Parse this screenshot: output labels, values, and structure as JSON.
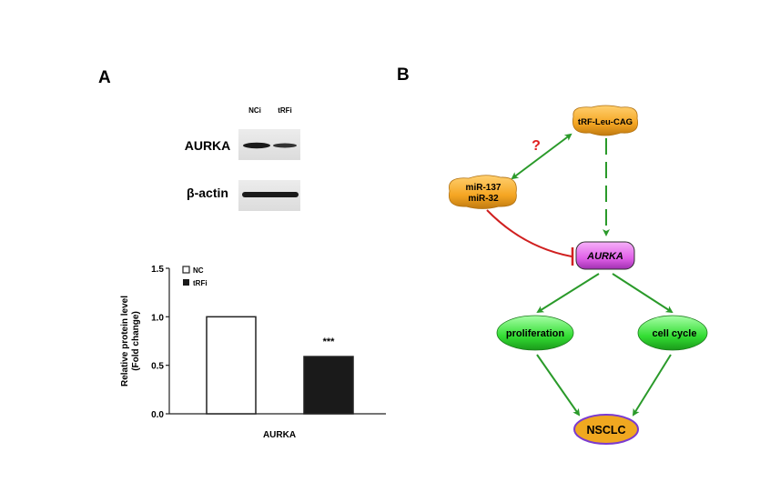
{
  "panel_a": {
    "label": "A",
    "blot": {
      "lanes": [
        "NCi",
        "tRFi"
      ],
      "rows": [
        "AURKA",
        "β-actin"
      ]
    }
  },
  "chart_data": {
    "type": "bar",
    "categories": [
      "AURKA"
    ],
    "series": [
      {
        "name": "NC",
        "values": [
          1.0
        ],
        "color": "#ffffff"
      },
      {
        "name": "tRFi",
        "values": [
          0.59
        ],
        "color": "#1a1a1a"
      }
    ],
    "xlabel": "AURKA",
    "ylabel": "Relative protein level",
    "ylabel2": "(Fold change)",
    "ylim": [
      0,
      1.5
    ],
    "yticks": [
      "0.0",
      "0.5",
      "1.0",
      "1.5"
    ],
    "annotation": "***",
    "legend_position": "top-left",
    "grid": false
  },
  "panel_b": {
    "label": "B",
    "question_mark": "?",
    "nodes": {
      "trf": "tRF-Leu-CAG",
      "mir_line1": "miR-137",
      "mir_line2": "miR-32",
      "aurka": "AURKA",
      "proliferation": "proliferation",
      "cell_cycle": "cell cycle",
      "nsclc": "NSCLC"
    },
    "colors": {
      "arrow": "#2a9a2a",
      "inhibit": "#d02020",
      "orange": "#f5a623",
      "magenta": "#e060e8",
      "green": "#33dd33",
      "purple": "#7a3ad0"
    }
  }
}
